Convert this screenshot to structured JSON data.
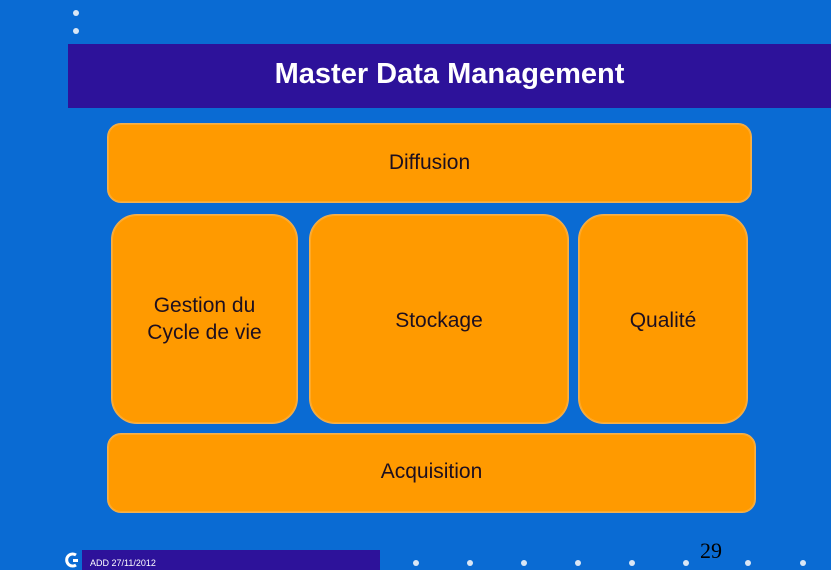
{
  "title": "Master Data Management",
  "boxes": {
    "diffusion": "Diffusion",
    "lifecycle_line1": "Gestion du",
    "lifecycle_line2": "Cycle de vie",
    "storage": "Stockage",
    "quality": "Qualité",
    "acquisition": "Acquisition"
  },
  "footer": {
    "text": "ADD 27/11/2012",
    "page_number": "29"
  },
  "colors": {
    "background": "#0a6bd3",
    "title_bar": "#2d129a",
    "box_fill": "#ff9a00"
  }
}
